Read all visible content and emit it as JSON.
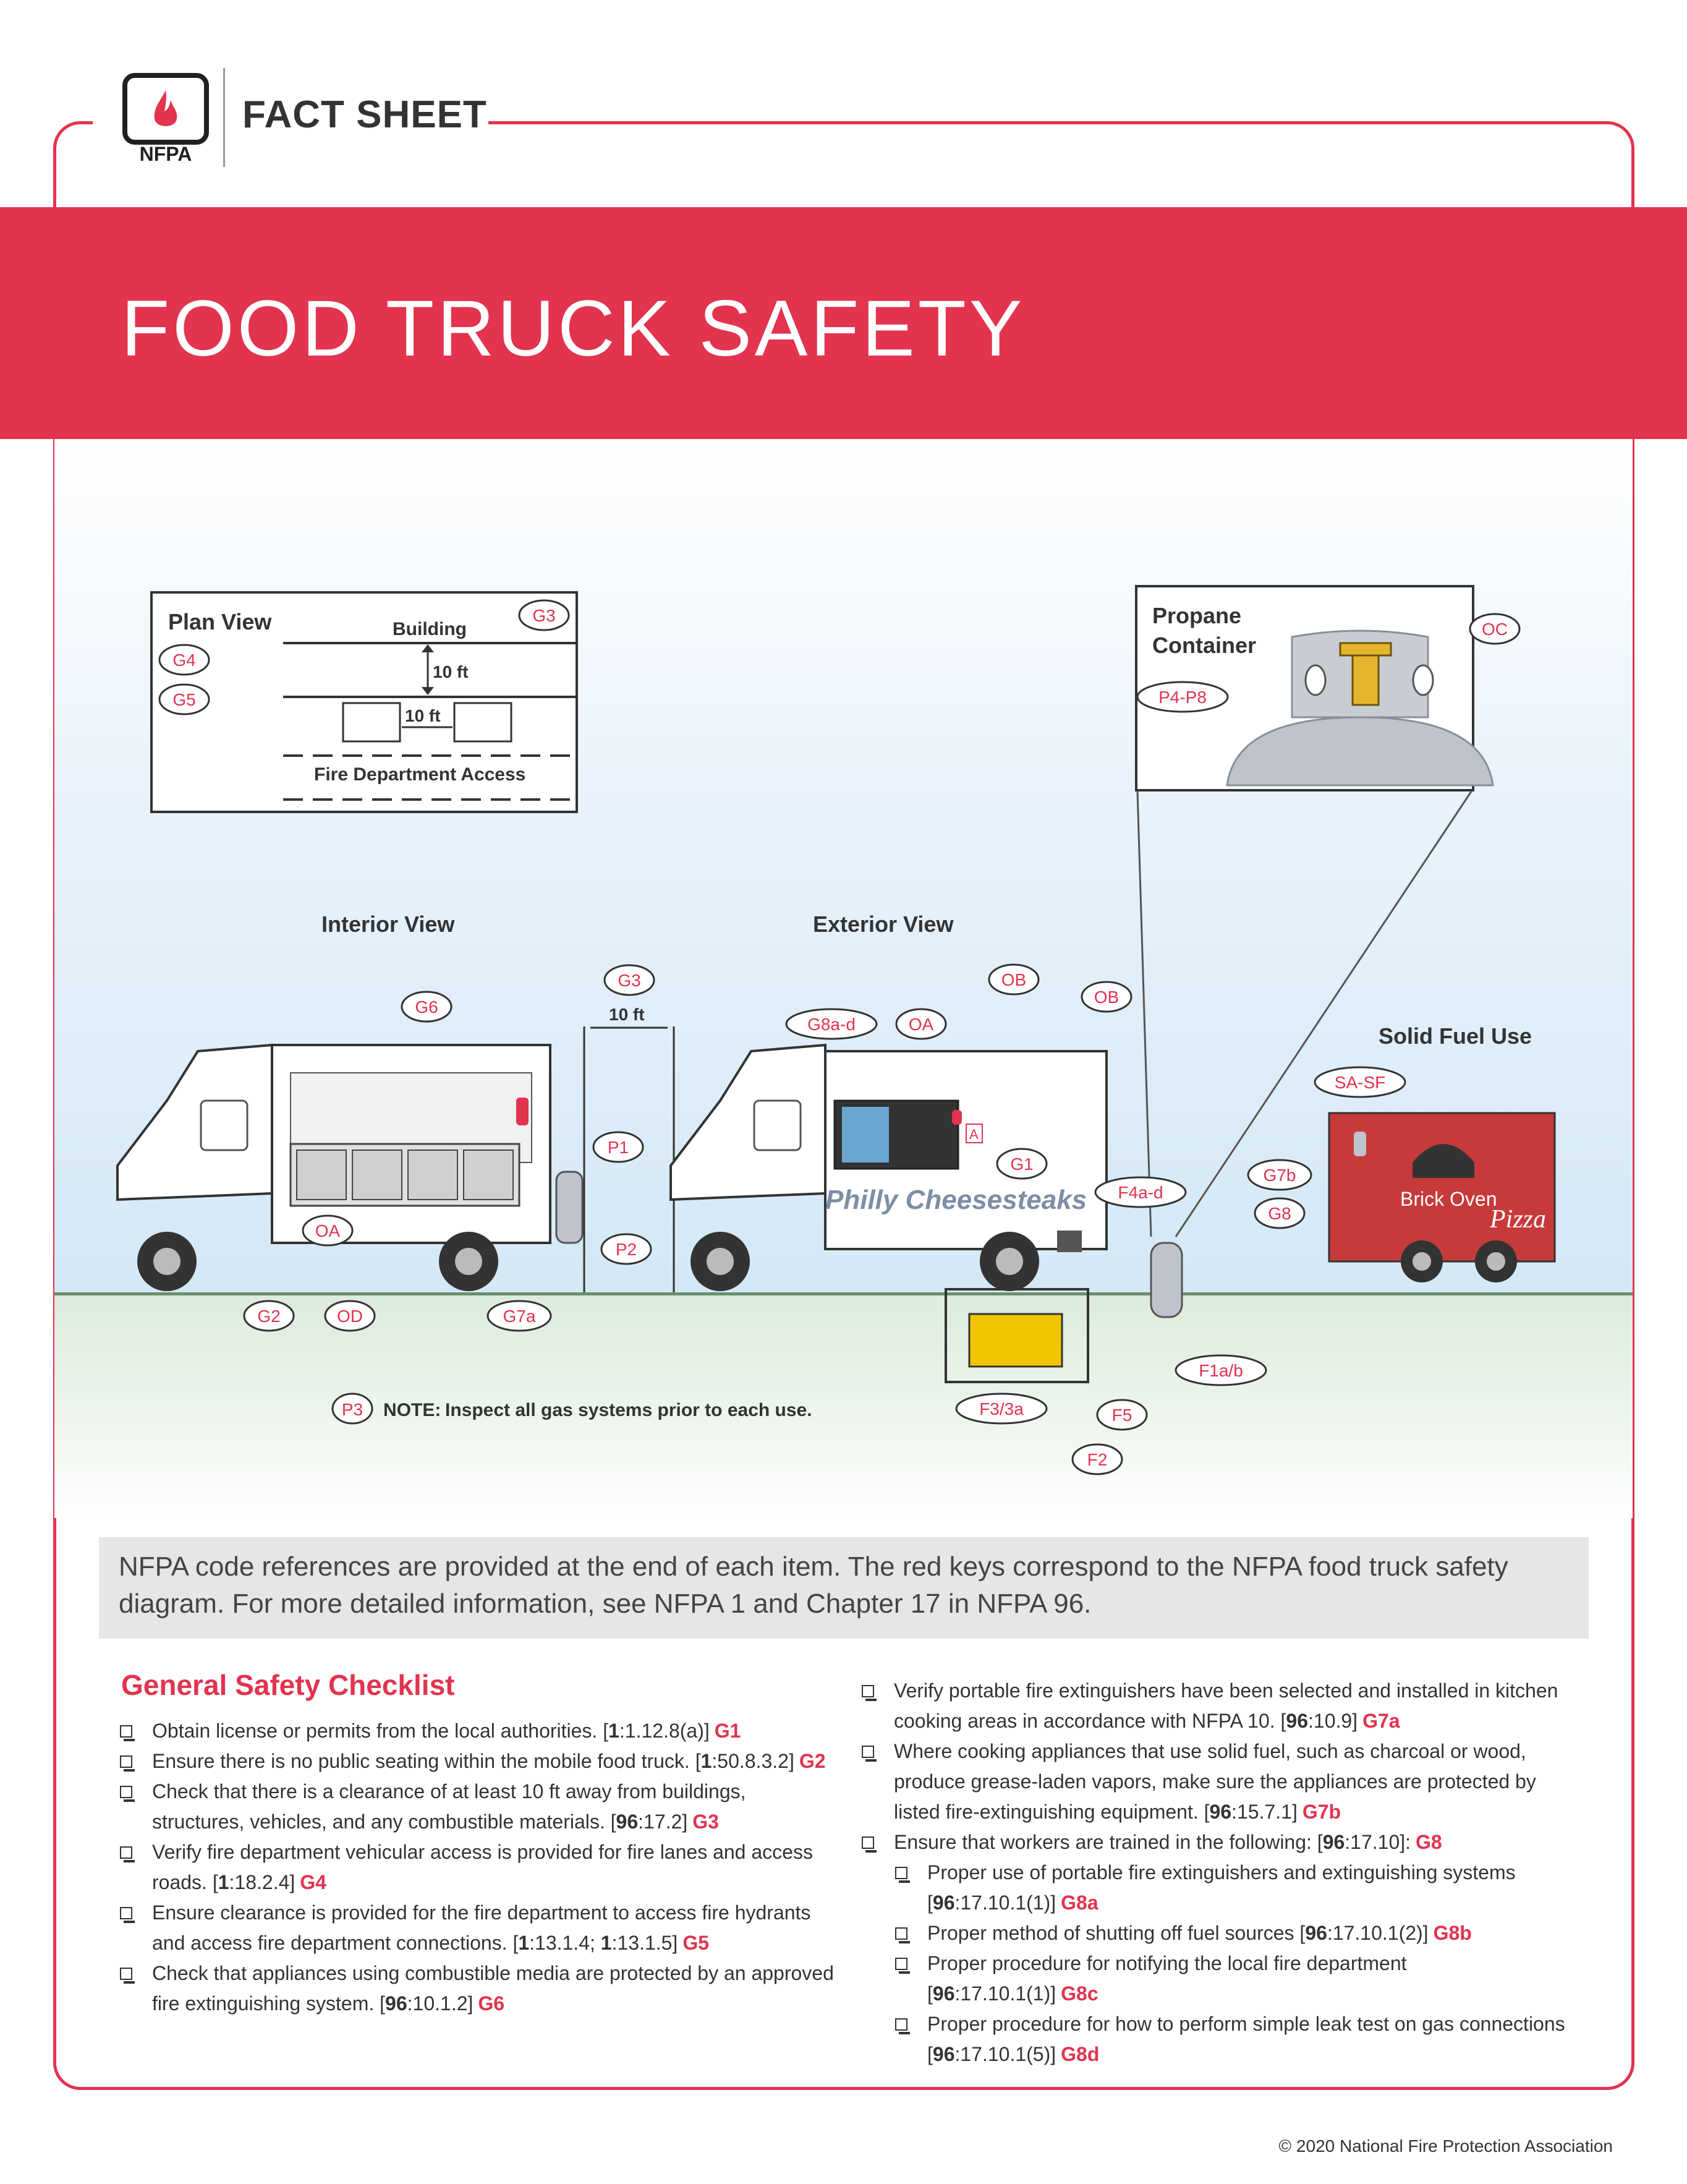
{
  "header": {
    "logo_text": "NFPA",
    "fact_sheet": "FACT SHEET",
    "title": "FOOD TRUCK SAFETY"
  },
  "diagram": {
    "plan_view": {
      "title": "Plan View",
      "building": "Building",
      "dist_vertical": "10 ft",
      "dist_horizontal": "10 ft",
      "fire_access": "Fire Department Access",
      "keys": [
        "G3",
        "G4",
        "G5"
      ]
    },
    "propane_container": {
      "title_line1": "Propane",
      "title_line2": "Container",
      "keys": [
        "OC",
        "P4-P8"
      ]
    },
    "interior_view": {
      "title": "Interior View",
      "keys": [
        "G6",
        "G3",
        "P1",
        "P2",
        "OA",
        "G2",
        "OD",
        "G7a"
      ],
      "dist": "10 ft"
    },
    "exterior_view": {
      "title": "Exterior View",
      "truck_name": "Philly Cheesesteaks",
      "extinguisher_letter": "A",
      "keys": [
        "G8a-d",
        "OA",
        "OB",
        "OB",
        "G1",
        "F4a-d",
        "F1a/b",
        "F3/3a",
        "F5",
        "F2"
      ]
    },
    "solid_fuel": {
      "title": "Solid Fuel Use",
      "sign_line1": "Brick Oven",
      "sign_line2": "Pizza",
      "keys": [
        "SA-SF",
        "G7b",
        "G8"
      ]
    },
    "note": {
      "key": "P3",
      "label": "NOTE:",
      "text": "Inspect all gas systems prior to each use."
    }
  },
  "intro": "NFPA code references are provided at the end of each item. The red keys correspond to the NFPA food truck safety diagram. For more detailed information, see NFPA 1 and Chapter 17 in NFPA 96.",
  "checklist": {
    "title": "General Safety Checklist",
    "left": [
      {
        "text": "Obtain license or permits from the local authorities. [",
        "code": "1",
        "ref": ":1.12.8(a)]",
        "key": "G1"
      },
      {
        "text": "Ensure there is no public seating within the mobile food truck. [",
        "code": "1",
        "ref": ":50.8.3.2]",
        "key": "G2"
      },
      {
        "text": "Check that there is a clearance of at least 10 ft away from buildings, structures, vehicles, and any combustible materials. [",
        "code": "96",
        "ref": ":17.2]",
        "key": "G3"
      },
      {
        "text": "Verify fire department vehicular access is provided for fire lanes and access roads. [",
        "code": "1",
        "ref": ":18.2.4]",
        "key": "G4"
      },
      {
        "text": "Ensure clearance is provided for the fire department to access fire hydrants and access fire department connections. [",
        "code": "1",
        "ref": ":13.1.4; ",
        "code2": "1",
        "ref2": ":13.1.5]",
        "key": "G5"
      },
      {
        "text": "Check that appliances using combustible media are protected by an approved fire extinguishing system. [",
        "code": "96",
        "ref": ":10.1.2]",
        "key": "G6"
      }
    ],
    "right": [
      {
        "text": "Verify portable fire extinguishers have been selected and installed in kitchen cooking areas in accordance with NFPA 10. [",
        "code": "96",
        "ref": ":10.9]",
        "key": "G7a",
        "sub": false
      },
      {
        "text": "Where cooking appliances that use solid fuel, such as charcoal or wood, produce grease-laden vapors, make sure the appliances are protected by listed fire-extinguishing equipment. [",
        "code": "96",
        "ref": ":15.7.1]",
        "key": "G7b",
        "sub": false
      },
      {
        "text": "Ensure that workers are trained in the following: [",
        "code": "96",
        "ref": ":17.10]:",
        "key": "G8",
        "sub": false
      },
      {
        "text": "Proper use of portable fire extinguishers and extinguishing systems [",
        "code": "96",
        "ref": ":17.10.1(1)]",
        "key": "G8a",
        "sub": true
      },
      {
        "text": "Proper method of shutting off fuel sources [",
        "code": "96",
        "ref": ":17.10.1(2)]",
        "key": "G8b",
        "sub": true
      },
      {
        "text": "Proper procedure for notifying the local fire department [",
        "code": "96",
        "ref": ":17.10.1(1)]",
        "key": "G8c",
        "sub": true
      },
      {
        "text": "Proper procedure for how to perform simple leak test on gas connections [",
        "code": "96",
        "ref": ":17.10.1(5)]",
        "key": "G8d",
        "sub": true
      }
    ]
  },
  "footer": {
    "copyright": "© 2020 National Fire Protection Association"
  },
  "colors": {
    "accent": "#e2334f",
    "sky": "#d4e8f6",
    "ground_line": "#6b8f70"
  }
}
